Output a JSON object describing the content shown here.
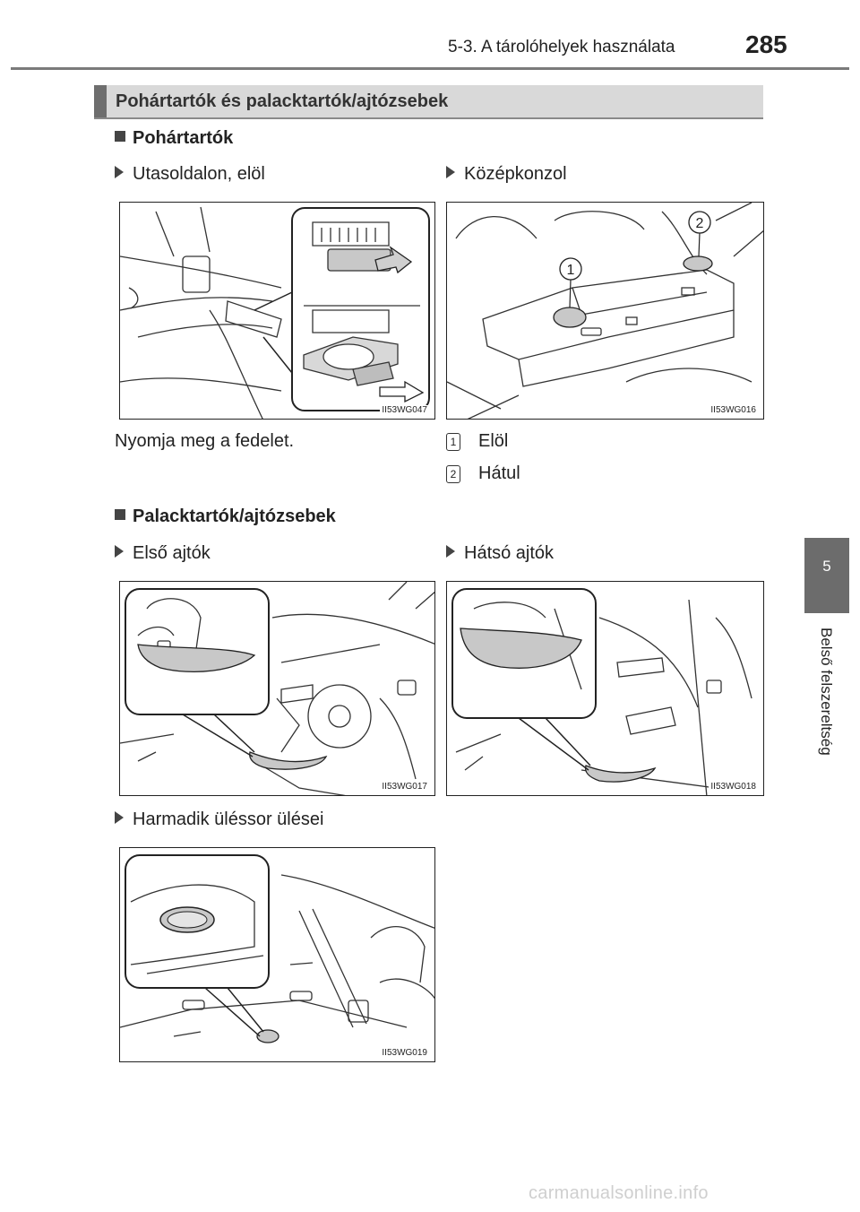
{
  "header": {
    "chapter": "5-3. A tárolóhelyek használata",
    "page_number": "285"
  },
  "side_tab": {
    "number": "5",
    "label": "Belső felszereltség"
  },
  "section": {
    "title": "Pohártartók és palacktartók/ajtózsebek"
  },
  "cup_holders": {
    "heading": "Pohártartók",
    "left_label": "Utasoldalon, elöl",
    "right_label": "Középkonzol",
    "left_figure_code": "II53WG047",
    "right_figure_code": "II53WG016",
    "callout_1": "1",
    "callout_2": "2",
    "note": "Nyomja meg a fedelet.",
    "list": [
      {
        "num": "1",
        "text": "Elöl"
      },
      {
        "num": "2",
        "text": "Hátul"
      }
    ]
  },
  "bottle_holders": {
    "heading": "Palacktartók/ajtózsebek",
    "front_label": "Első ajtók",
    "rear_label": "Hátsó ajtók",
    "front_figure_code": "II53WG017",
    "rear_figure_code": "II53WG018",
    "third_label": "Harmadik üléssor ülései",
    "third_figure_code": "II53WG019"
  },
  "footer": {
    "watermark": "carmanualsonline.info"
  },
  "colors": {
    "tab": "#6c6c6c",
    "section_bar": "#d9d9d9",
    "accent": "#6e6e6e",
    "highlight": "#c8c8c8"
  }
}
